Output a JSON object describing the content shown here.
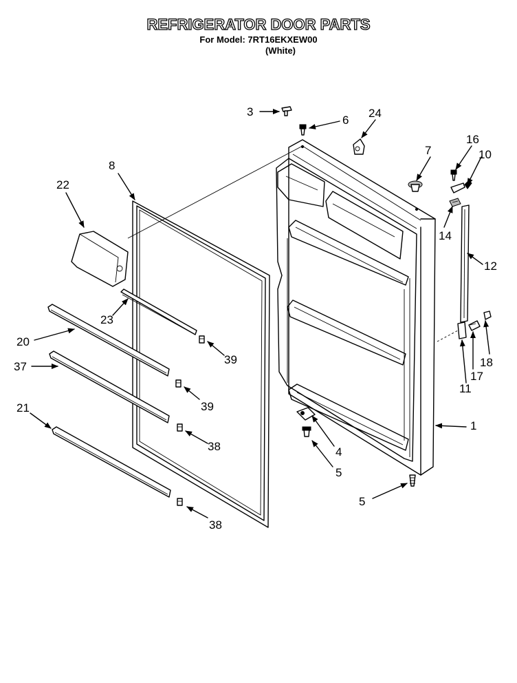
{
  "header": {
    "title": "REFRIGERATOR DOOR PARTS",
    "model_line": "For Model: 7RT16EKXEW00",
    "color_line": "(White)"
  },
  "callouts": {
    "c1": "1",
    "c3": "3",
    "c4": "4",
    "c5a": "5",
    "c5b": "5",
    "c6": "6",
    "c7": "7",
    "c8": "8",
    "c10": "10",
    "c11": "11",
    "c12": "12",
    "c14": "14",
    "c16": "16",
    "c17": "17",
    "c18": "18",
    "c20": "20",
    "c21": "21",
    "c22": "22",
    "c23": "23",
    "c24": "24",
    "c37": "37",
    "c38a": "38",
    "c38b": "38",
    "c39a": "39",
    "c39b": "39"
  }
}
